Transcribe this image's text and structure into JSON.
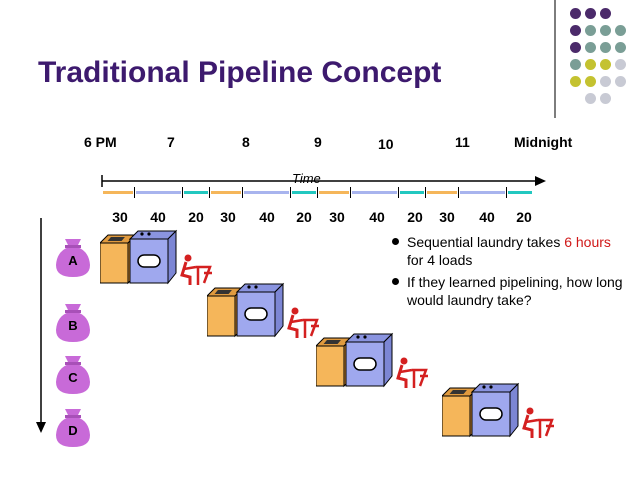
{
  "title": "Traditional Pipeline Concept",
  "time_labels": [
    "6 PM",
    "7",
    "8",
    "9",
    "10",
    "11",
    "Midnight"
  ],
  "time_caption": "Time",
  "durations": [
    "30",
    "40",
    "20",
    "30",
    "40",
    "20",
    "30",
    "40",
    "20",
    "30",
    "40",
    "20"
  ],
  "tasks": [
    "A",
    "B",
    "C",
    "D"
  ],
  "bullets": [
    {
      "before": "Sequential laundry takes ",
      "highlight": "6 hours",
      "after": " for 4 loads"
    },
    {
      "before": "If they learned pipelining, how long would  laundry take?",
      "highlight": "",
      "after": ""
    }
  ],
  "colors": {
    "title": "#3d1a6e",
    "washer": "#f5b65a",
    "dryer": "#9fa8ee",
    "folder": "#d42020",
    "bag": "#c86ad8",
    "seg_wash": "#f5b65a",
    "seg_dry": "#a8b4ee",
    "seg_fold": "#22c8c0",
    "dot_purple": "#4b2a6a",
    "dot_teal": "#7a9e96",
    "dot_olive": "#c4c230",
    "dot_grey": "#c8cad4"
  }
}
